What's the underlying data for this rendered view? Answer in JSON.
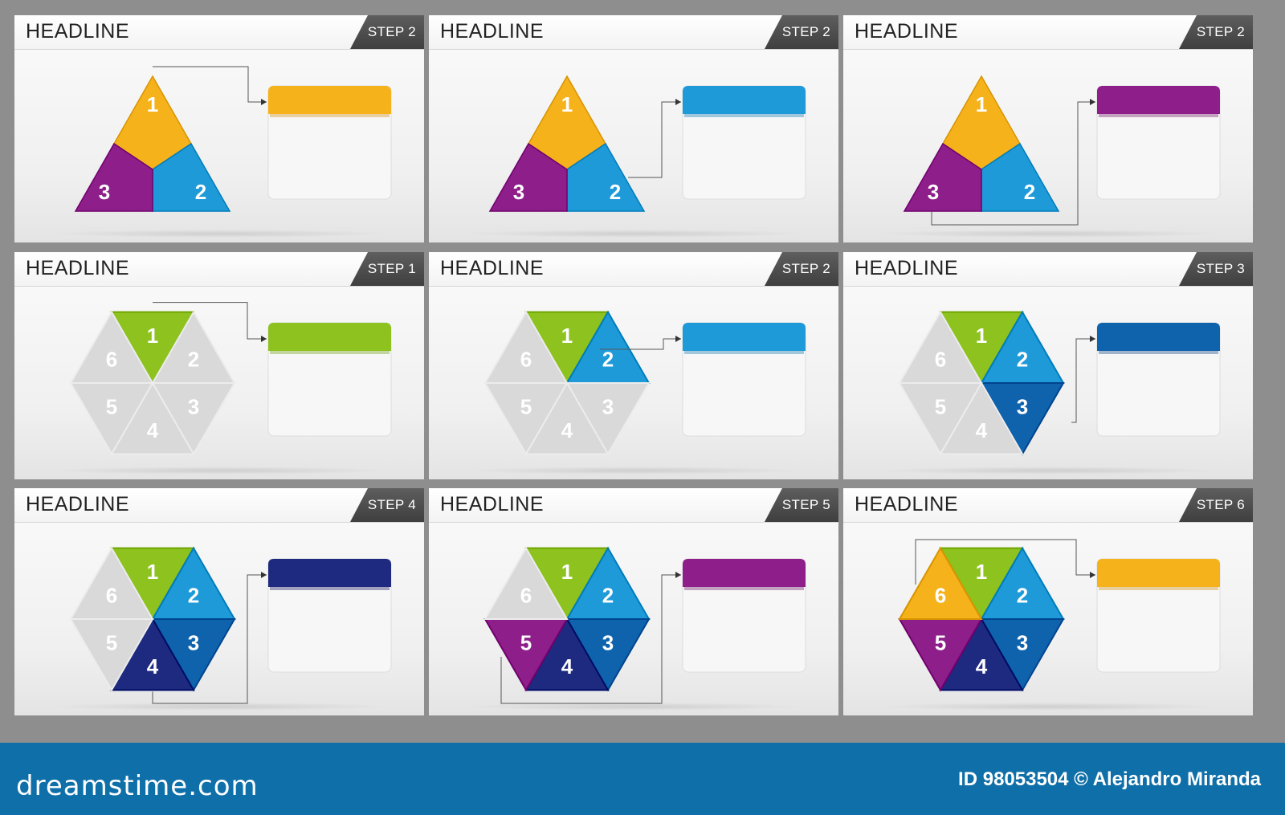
{
  "slides": [
    {
      "headline": "HEADLINE",
      "step": "STEP 2",
      "shape": "triangle",
      "colored": [
        1,
        2,
        3
      ],
      "highlight": 1,
      "box_color": "#f5b21a"
    },
    {
      "headline": "HEADLINE",
      "step": "STEP 2",
      "shape": "triangle",
      "colored": [
        1,
        2,
        3
      ],
      "highlight": 2,
      "box_color": "#1e9ad8"
    },
    {
      "headline": "HEADLINE",
      "step": "STEP 2",
      "shape": "triangle",
      "colored": [
        1,
        2,
        3
      ],
      "highlight": 3,
      "box_color": "#8e1f8a"
    },
    {
      "headline": "HEADLINE",
      "step": "STEP 1",
      "shape": "hexagon",
      "colored": [
        1
      ],
      "highlight": 1,
      "box_color": "#8dc21f"
    },
    {
      "headline": "HEADLINE",
      "step": "STEP 2",
      "shape": "hexagon",
      "colored": [
        1,
        2
      ],
      "highlight": 2,
      "box_color": "#1e9ad8"
    },
    {
      "headline": "HEADLINE",
      "step": "STEP 3",
      "shape": "hexagon",
      "colored": [
        1,
        2,
        3
      ],
      "highlight": 3,
      "box_color": "#0f62ac"
    },
    {
      "headline": "HEADLINE",
      "step": "STEP 4",
      "shape": "hexagon",
      "colored": [
        1,
        2,
        3,
        4
      ],
      "highlight": 4,
      "box_color": "#1d2a80"
    },
    {
      "headline": "HEADLINE",
      "step": "STEP 5",
      "shape": "hexagon",
      "colored": [
        1,
        2,
        3,
        4,
        5
      ],
      "highlight": 5,
      "box_color": "#8e1f8a"
    },
    {
      "headline": "HEADLINE",
      "step": "STEP 6",
      "shape": "hexagon",
      "colored": [
        1,
        2,
        3,
        4,
        5,
        6
      ],
      "highlight": 6,
      "box_color": "#f5b21a"
    }
  ],
  "triangle_colors": {
    "1": "#f5b21a",
    "2": "#1e9ad8",
    "3": "#8e1f8a"
  },
  "hexagon_colors": {
    "1": "#8dc21f",
    "2": "#1e9ad8",
    "3": "#0f62ac",
    "4": "#1d2a80",
    "5": "#8e1f8a",
    "6": "#f5b21a"
  },
  "inactive_color": "#d9d9d9",
  "footer": {
    "brand": "dreamstime.com",
    "credit": "ID 98053504 © Alejandro Miranda"
  }
}
